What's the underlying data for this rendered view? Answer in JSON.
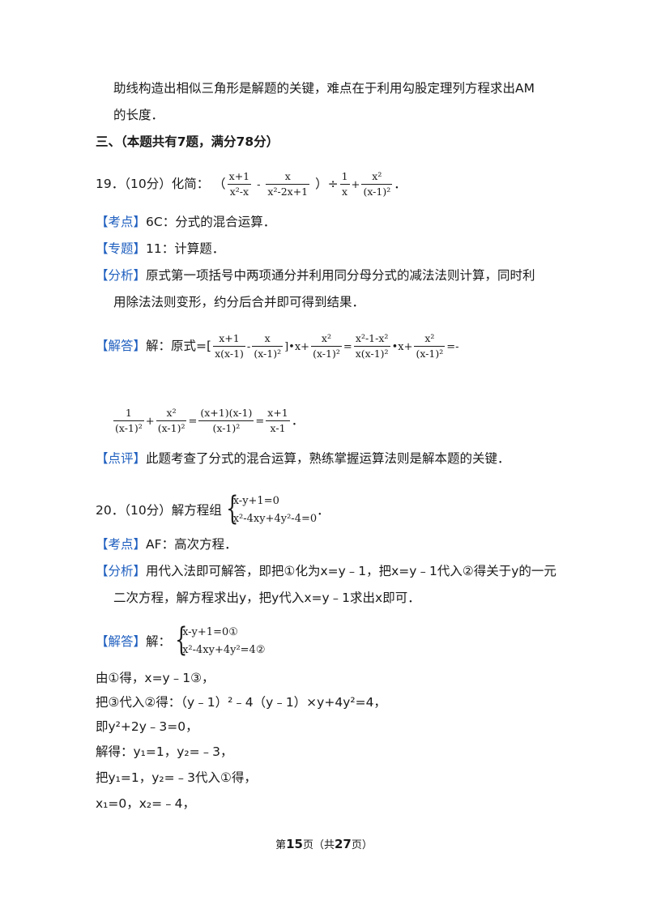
{
  "intro": {
    "l1": "助线构造出相似三角形是解题的关键，难点在于利用勾股定理列方程求出AM",
    "l2": "的长度．"
  },
  "section_title": "三、（本题共有7题，满分78分）",
  "brackets": {
    "open": "【",
    "close": "】"
  },
  "q19": {
    "number": "19．（10分）化简：",
    "f1_num": "x+1",
    "f1_den": "x²-x",
    "minus": "-",
    "f2_num": "x",
    "f2_den": "x²-2x+1",
    "after": "）÷",
    "f3_num": "1",
    "f3_den": "x",
    "plus": "+",
    "f4_num": "x²",
    "f4_den": "(x-1)²",
    "end": "．",
    "kaodian_tag": "考点",
    "kaodian_text": "6C：分式的混合运算．",
    "zhuanti_tag": "专题",
    "zhuanti_text": "11：计算题．",
    "fenxi_tag": "分析",
    "fenxi_l1": "原式第一项括号中两项通分并利用同分母分式的减法法则计算，同时利",
    "fenxi_l2": "用除法法则变形，约分后合并即可得到结果．",
    "jieda_tag": "解答",
    "jieda_lead": "解：原式=[",
    "s1_num": "x+1",
    "s1_den": "x(x-1)",
    "s2_num": "x",
    "s2_den": "(x-1)²",
    "s_close": "]•x+",
    "s3_num": "x²",
    "s3_den": "(x-1)²",
    "eq1": "=",
    "s4_num": "x²-1-x²",
    "s4_den": "x(x-1)²",
    "dotx": "•x+",
    "s5_num": "x²",
    "s5_den": "(x-1)²",
    "eq_tail": "=-",
    "r1_num": "1",
    "r1_den": "(x-1)²",
    "r2_num": "x²",
    "r2_den": "(x-1)²",
    "r3_num": "(x+1)(x-1)",
    "r3_den": "(x-1)²",
    "r4_num": "x+1",
    "r4_den": "x-1",
    "period": "．",
    "dianping_tag": "点评",
    "dianping_text": "此题考查了分式的混合运算，熟练掌握运算法则是解本题的关键．"
  },
  "q20": {
    "number": "20．（10分）解方程组",
    "eq_a": "x-y+1=0",
    "eq_b": "x²-4xy+4y²-4=0",
    "period": "．",
    "kaodian_tag": "考点",
    "kaodian_text": "AF：高次方程．",
    "fenxi_tag": "分析",
    "fenxi_l1": "用代入法即可解答，即把①化为x=y﹣1，把x=y﹣1代入②得关于y的一元",
    "fenxi_l2": "二次方程，解方程求出y，把y代入x=y﹣1求出x即可．",
    "jieda_tag": "解答",
    "jieda_lead": "解：",
    "sys_a": "x-y+1=0①",
    "sys_b": "x²-4xy+4y²=4②",
    "steps": [
      "由①得，x=y﹣1③，",
      "把③代入②得：（y﹣1）²﹣4（y﹣1）×y+4y²=4，",
      "即y²+2y﹣3=0，",
      "解得：y₁=1，y₂=﹣3，",
      "把y₁=1，y₂=﹣3代入①得，",
      "x₁=0，x₂=﹣4，"
    ]
  },
  "footer": {
    "pre": "第",
    "page": "15",
    "mid": "页（共",
    "total": "27",
    "post": "页）"
  }
}
